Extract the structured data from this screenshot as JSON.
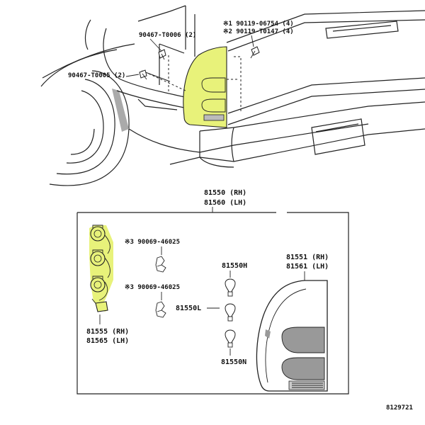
{
  "upper_callouts": {
    "screw_upper": "90467-T0006 (2)",
    "screw_lower": "90467-T0005 (2)",
    "screw_r1": "※1 90119-06754 (4)",
    "screw_r2": "※2 90119-T0147 (4)"
  },
  "assembly": {
    "rh": "81550 (RH)",
    "lh": "81560 (LH)"
  },
  "parts": {
    "socket_note_1": "※3 90069-46025",
    "socket_note_2": "※3 90069-46025",
    "bulb_h": "81550H",
    "bulb_l": "81550L",
    "bulb_n": "81550N",
    "harness_rh": "81555 (RH)",
    "harness_lh": "81565 (LH)",
    "lens_rh": "81551 (RH)",
    "lens_lh": "81561 (LH)"
  },
  "footer": {
    "code": "8129721"
  },
  "colors": {
    "highlight": "#e8f27a",
    "ink": "#222222",
    "shade": "#999999"
  }
}
